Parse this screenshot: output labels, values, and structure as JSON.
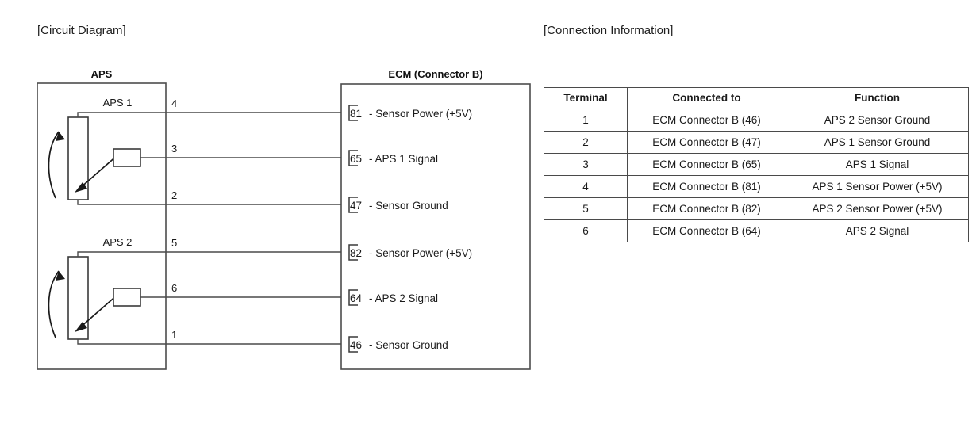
{
  "titles": {
    "circuit_diagram": "[Circuit Diagram]",
    "connection_information": "[Connection Information]"
  },
  "colors": {
    "background": "#ffffff",
    "line": "#4a4a4a",
    "text": "#1a1a1a",
    "border": "#4d4d4d"
  },
  "circuit": {
    "aps_box_label": "APS",
    "ecm_box_label": "ECM (Connector B)",
    "sensors": [
      {
        "name": "APS 1"
      },
      {
        "name": "APS 2"
      }
    ],
    "wires": [
      {
        "aps_pin": "4",
        "ecm_terminal": "81",
        "ecm_label": "- Sensor Power (+5V)"
      },
      {
        "aps_pin": "3",
        "ecm_terminal": "65",
        "ecm_label": "- APS 1 Signal"
      },
      {
        "aps_pin": "2",
        "ecm_terminal": "47",
        "ecm_label": "- Sensor Ground"
      },
      {
        "aps_pin": "5",
        "ecm_terminal": "82",
        "ecm_label": "- Sensor Power (+5V)"
      },
      {
        "aps_pin": "6",
        "ecm_terminal": "64",
        "ecm_label": "- APS 2 Signal"
      },
      {
        "aps_pin": "1",
        "ecm_terminal": "46",
        "ecm_label": "- Sensor Ground"
      }
    ]
  },
  "table": {
    "headers": [
      "Terminal",
      "Connected to",
      "Function"
    ],
    "rows": [
      [
        "1",
        "ECM Connector B (46)",
        "APS 2 Sensor Ground"
      ],
      [
        "2",
        "ECM Connector B (47)",
        "APS 1 Sensor Ground"
      ],
      [
        "3",
        "ECM Connector B (65)",
        "APS 1 Signal"
      ],
      [
        "4",
        "ECM Connector B (81)",
        "APS 1 Sensor Power (+5V)"
      ],
      [
        "5",
        "ECM Connector B (82)",
        "APS 2 Sensor Power (+5V)"
      ],
      [
        "6",
        "ECM Connector B (64)",
        "APS 2 Signal"
      ]
    ]
  }
}
